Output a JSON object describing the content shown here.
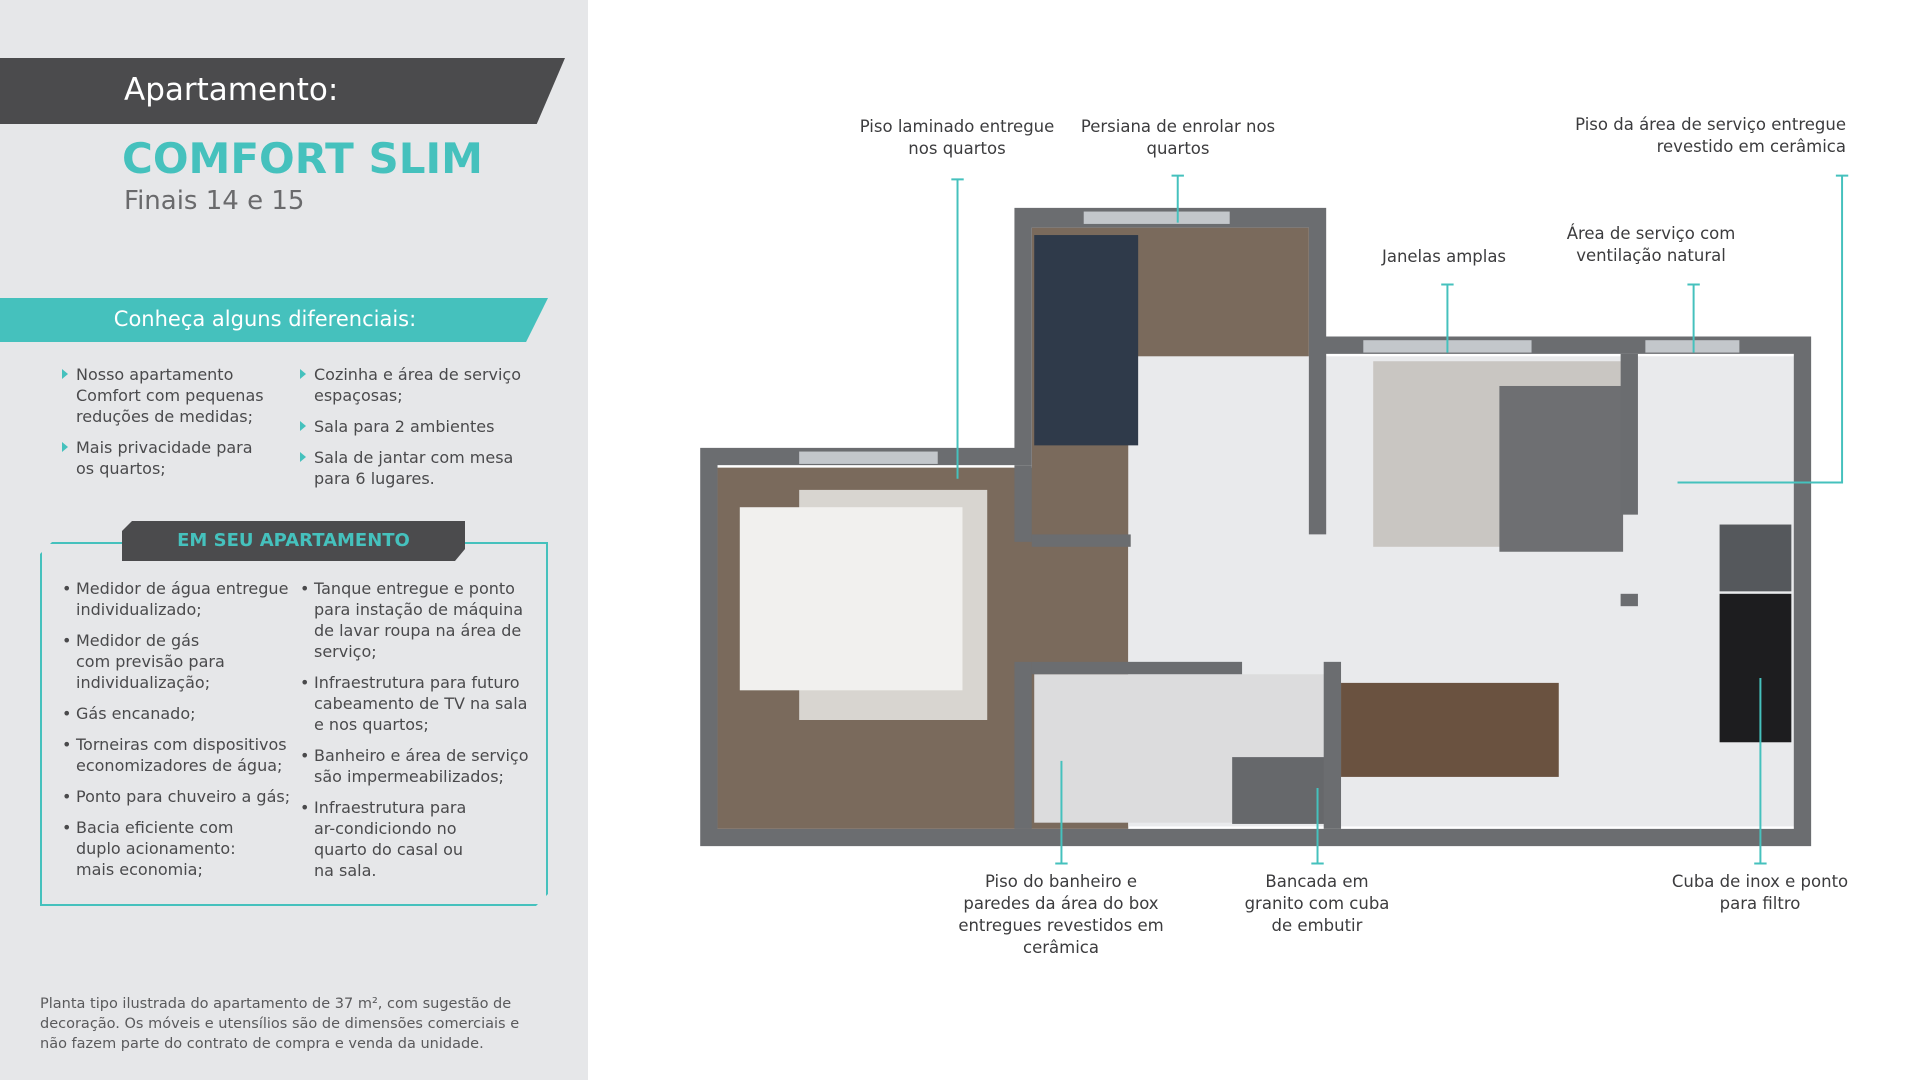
{
  "header": {
    "label": "Apartamento:",
    "name": "COMFORT SLIM",
    "subtitle": "Finais 14 e 15"
  },
  "diferenciais": {
    "title": "Conheça alguns diferenciais:",
    "col1": [
      "Nosso apartamento Comfort com pequenas reduções de medidas;",
      "Mais privacidade para os quartos;"
    ],
    "col2": [
      "Cozinha e área de serviço espaçosas;",
      "Sala para 2 ambientes",
      "Sala de jantar com mesa para 6 lugares."
    ]
  },
  "em_seu": {
    "title": "EM SEU APARTAMENTO",
    "col1": [
      "Medidor de água entregue individualizado;",
      "Medidor de gás com previsão para individualização;",
      "Gás encanado;",
      "Torneiras com dispositivos economizadores de água;",
      "Ponto para chuveiro a gás;",
      "Bacia eficiente com duplo acionamento: mais economia;"
    ],
    "col2": [
      "Tanque entregue e ponto para instação de máquina de lavar roupa na área de serviço;",
      "Infraestrutura para futuro cabeamento de TV na sala e nos quartos;",
      "Banheiro e área de serviço são impermeabilizados;",
      "Infraestrutura para ar-condiciondo no quarto do casal ou na sala."
    ]
  },
  "footnote": "Planta tipo ilustrada do apartamento de 37 m², com sugestão de decoração. Os móveis e utensílios são de dimensões comerciais e não fazem parte do contrato de compra e venda da unidade.",
  "callouts": {
    "piso_laminado": "Piso laminado entregue\nnos quartos",
    "persiana": "Persiana de enrolar nos\nquartos",
    "janelas": "Janelas amplas",
    "area_servico": "Área de serviço com\nventilação natural",
    "piso_servico": "Piso da área de serviço entregue\nrevestido em cerâmica",
    "piso_banheiro": "Piso do banheiro e\nparedes da área do box\nentregues revestidos em\ncerâmica",
    "bancada": "Bancada em\ngranito com cuba\nde embutir",
    "cuba": "Cuba de inox e ponto\npara filtro"
  },
  "colors": {
    "teal": "#45c1bd",
    "dark": "#4b4b4d",
    "wall": "#6b6d70",
    "wood": "#7a6a5c",
    "marble": "#e9eaec"
  }
}
